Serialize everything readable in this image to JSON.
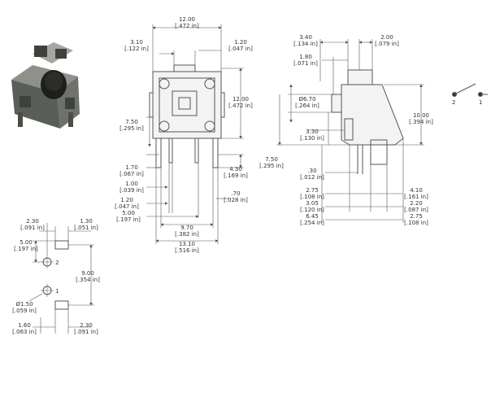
{
  "colors": {
    "line": "#555555",
    "text": "#333333",
    "part_light": "#f3f3f3",
    "photo_body": "#5a5e58"
  },
  "dims": {
    "top_width": [
      "12.00",
      "[.472 in]"
    ],
    "top_310": [
      "3.10",
      "[.122 in]"
    ],
    "top_120": [
      "1.20",
      "[.047 in]"
    ],
    "right_height": [
      "12.00",
      "[.472 in]"
    ],
    "left_750": [
      "7.50",
      "[.295 in]"
    ],
    "left_170": [
      "1.70",
      "[.067 in]"
    ],
    "right_430": [
      "4.30",
      "[.169 in]"
    ],
    "pin_100": [
      "1.00",
      "[.039 in]"
    ],
    "pin_120": [
      "1.20",
      "[.047 in]"
    ],
    "pin_070": [
      ".70",
      "[.028 in]"
    ],
    "pin_500": [
      "5.00",
      "[.197 in]"
    ],
    "bottom_970": [
      "9.70",
      "[.382 in]"
    ],
    "bottom_1310": [
      "13.10",
      "[.516 in]"
    ],
    "side_340": [
      "3.40",
      "[.134 in]"
    ],
    "side_200": [
      "2.00",
      "[.079 in]"
    ],
    "side_180": [
      "1.80",
      "[.071 in]"
    ],
    "side_670": [
      "Ø6.70",
      "[.264 in]"
    ],
    "side_330": [
      "3.30",
      "[.130 in]"
    ],
    "side_1000": [
      "10.00",
      "[.394 in]"
    ],
    "side_750": [
      "7.50",
      "[.295 in]"
    ],
    "side_030": [
      ".30",
      "[.012 in]"
    ],
    "side_275a": [
      "2.75",
      "[.108 in]"
    ],
    "side_410": [
      "4.10",
      "[.161 in]"
    ],
    "side_305": [
      "3.05",
      "[.120 in]"
    ],
    "side_220": [
      "2.20",
      "[.087 in]"
    ],
    "side_645": [
      "6.45",
      "[.254 in]"
    ],
    "side_275b": [
      "2.75",
      "[.108 in]"
    ],
    "fp_230a": [
      "2.30",
      "[.091 in]"
    ],
    "fp_130": [
      "1.30",
      "[.051 in]"
    ],
    "fp_500": [
      "5.00",
      "[.197 in]"
    ],
    "fp_900": [
      "9.00",
      "[.354 in]"
    ],
    "fp_150": [
      "Ø1.50",
      "[.059 in]"
    ],
    "fp_160": [
      "1.60",
      "[.063 in]"
    ],
    "fp_230b": [
      "2.30",
      "[.091 in]"
    ]
  },
  "labels": {
    "fp_pin2": "2",
    "fp_pin1": "1",
    "sch_pin2": "2",
    "sch_pin1": "1"
  }
}
